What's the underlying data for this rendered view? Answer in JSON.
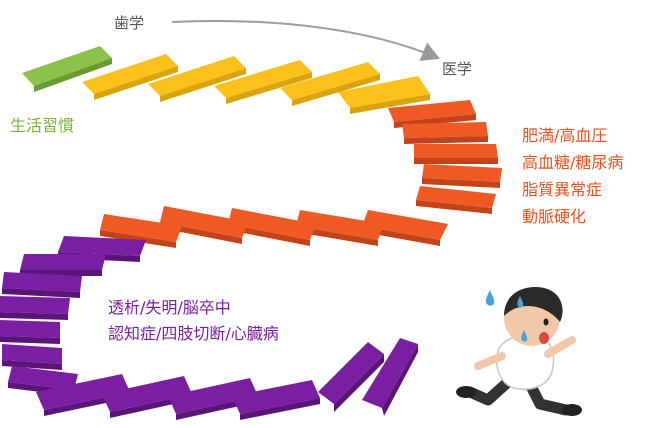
{
  "labels": {
    "dental": "歯学",
    "medical": "医学",
    "habits": "生活習慣",
    "metabolic": [
      "肥満/高血圧",
      "高血糖/糖尿病",
      "脂質異常症",
      "動脈硬化"
    ],
    "severe": [
      "透析/失明/脳卒中",
      "認知症/四肢切断/心臓病"
    ]
  },
  "colors": {
    "green": "#8bc34a",
    "yellow": "#fcc21b",
    "orange": "#ef5a24",
    "purple": "#7b1fa2",
    "text_gray": "#555555"
  }
}
